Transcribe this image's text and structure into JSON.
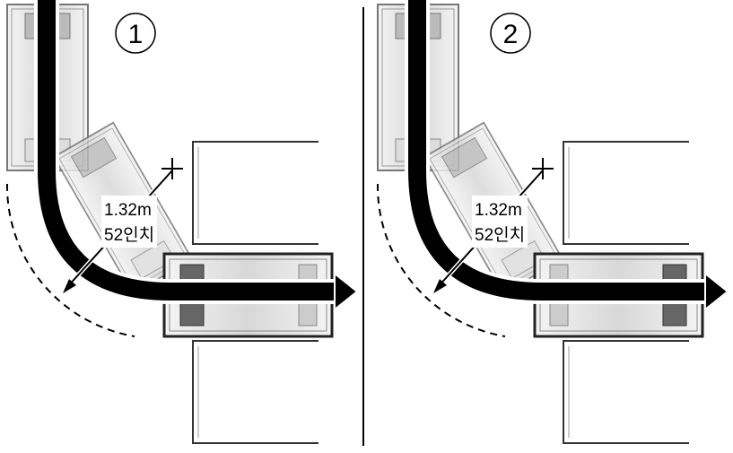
{
  "panels": [
    {
      "step": "1",
      "distance_metric": "1.32m",
      "distance_imperial": "52인치"
    },
    {
      "step": "2",
      "distance_metric": "1.32m",
      "distance_imperial": "52인치"
    }
  ],
  "colors": {
    "arrow": "#000000",
    "rack_outline": "#555555",
    "rack_fill": "#eeeeee",
    "rack_dark": "#666666"
  }
}
